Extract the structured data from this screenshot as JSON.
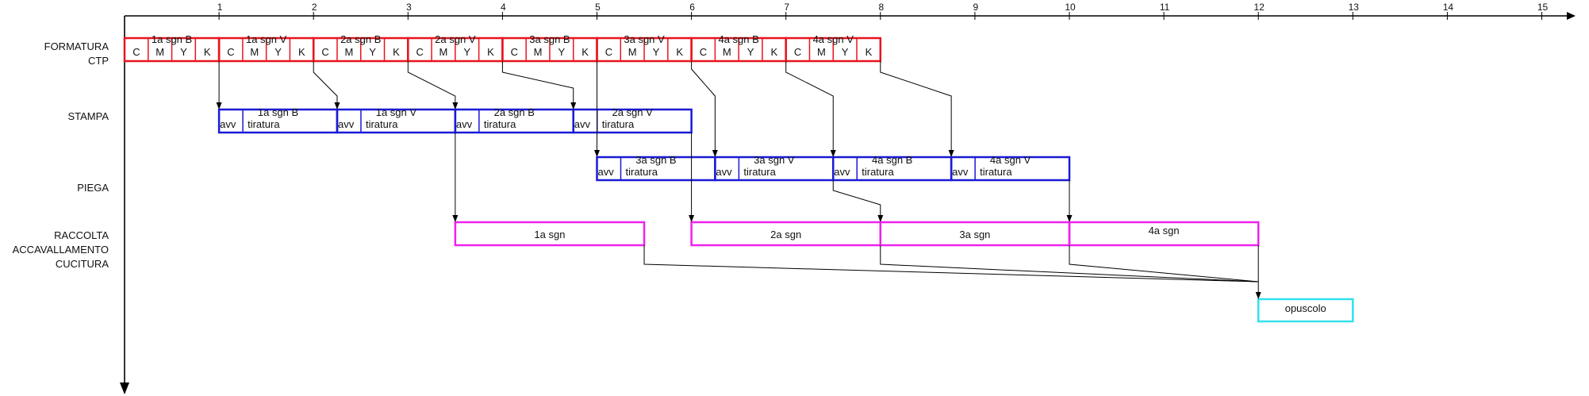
{
  "timeline": {
    "ticks": [
      "1",
      "2",
      "3",
      "4",
      "5",
      "6",
      "7",
      "8",
      "9",
      "10",
      "11",
      "12",
      "13",
      "14",
      "15"
    ]
  },
  "rows": {
    "ctp": [
      "FORMATURA",
      "CTP"
    ],
    "stampa": [
      "STAMPA"
    ],
    "piega": [
      "PIEGA"
    ],
    "raccolta": [
      "RACCOLTA",
      "ACCAVALLAMENTO",
      "CUCITURA"
    ]
  },
  "cells": {
    "cmyk": [
      "C",
      "M",
      "Y",
      "K"
    ],
    "avv": "avv",
    "tiratura": "tiratura"
  },
  "ctp_blocks": [
    {
      "label": "1a sgn B",
      "start": 0,
      "end": 1
    },
    {
      "label": "1a sgn V",
      "start": 1,
      "end": 2
    },
    {
      "label": "2a sgn B",
      "start": 2,
      "end": 3
    },
    {
      "label": "2a sgn V",
      "start": 3,
      "end": 4
    },
    {
      "label": "3a sgn B",
      "start": 4,
      "end": 5
    },
    {
      "label": "3a sgn V",
      "start": 5,
      "end": 6
    },
    {
      "label": "4a sgn B",
      "start": 6,
      "end": 7
    },
    {
      "label": "4a sgn V",
      "start": 7,
      "end": 8
    }
  ],
  "stampa_blocks": [
    {
      "label": "1a sgn B",
      "start": 1,
      "end": 2.25
    },
    {
      "label": "1a sgn V",
      "start": 2.25,
      "end": 3.5
    },
    {
      "label": "2a sgn B",
      "start": 3.5,
      "end": 4.75
    },
    {
      "label": "2a sgn V",
      "start": 4.75,
      "end": 6
    }
  ],
  "piega_blocks": [
    {
      "label": "3a sgn B",
      "start": 5,
      "end": 6.25
    },
    {
      "label": "3a sgn V",
      "start": 6.25,
      "end": 7.5
    },
    {
      "label": "4a sgn B",
      "start": 7.5,
      "end": 8.75
    },
    {
      "label": "4a sgn V",
      "start": 8.75,
      "end": 10
    }
  ],
  "raccolta_blocks": [
    {
      "label": "1a sgn",
      "start": 3.5,
      "end": 5.5
    },
    {
      "label": "2a sgn",
      "start": 6,
      "end": 8
    },
    {
      "label": "3a sgn",
      "start": 8,
      "end": 10
    },
    {
      "label": "4a sgn",
      "start": 10,
      "end": 12
    }
  ],
  "final_block": {
    "label": "opuscolo",
    "start": 12,
    "end": 13
  },
  "colors": {
    "ctp": "#e8141e",
    "stampa": "#1a1ad6",
    "raccolta": "#ee22ee",
    "final": "#33e0ee",
    "axis": "#000000"
  }
}
